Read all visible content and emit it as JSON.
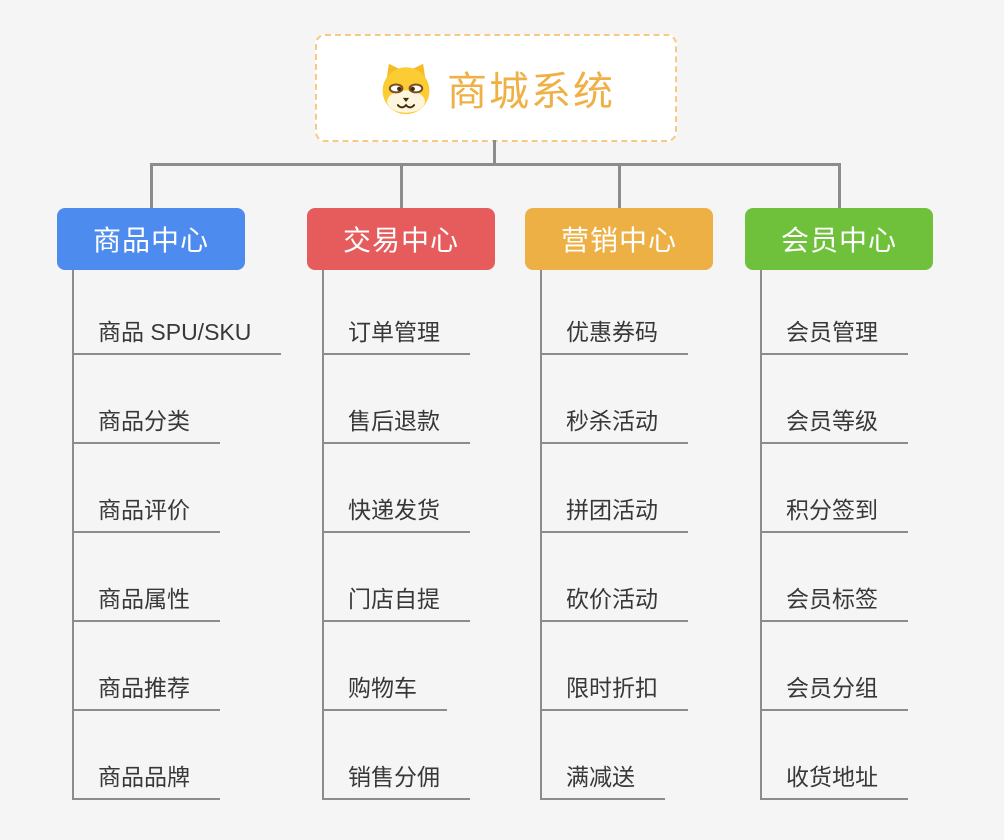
{
  "page": {
    "background_color": "#f5f5f5",
    "connector_color": "#8c8c8c"
  },
  "root": {
    "title": "商城系统",
    "icon": "shiba-dog-icon",
    "border_color": "#f6ca85",
    "title_color": "#efb045"
  },
  "branches": [
    {
      "label": "商品中心",
      "color": "#4d8bee",
      "items": [
        "商品 SPU/SKU",
        "商品分类",
        "商品评价",
        "商品属性",
        "商品推荐",
        "商品品牌"
      ]
    },
    {
      "label": "交易中心",
      "color": "#e65c5c",
      "items": [
        "订单管理",
        "售后退款",
        "快递发货",
        "门店自提",
        "购物车",
        "销售分佣"
      ]
    },
    {
      "label": "营销中心",
      "color": "#edb044",
      "items": [
        "优惠券码",
        "秒杀活动",
        "拼团活动",
        "砍价活动",
        "限时折扣",
        "满减送"
      ]
    },
    {
      "label": "会员中心",
      "color": "#6fc13c",
      "items": [
        "会员管理",
        "会员等级",
        "积分签到",
        "会员标签",
        "会员分组",
        "收货地址"
      ]
    }
  ]
}
